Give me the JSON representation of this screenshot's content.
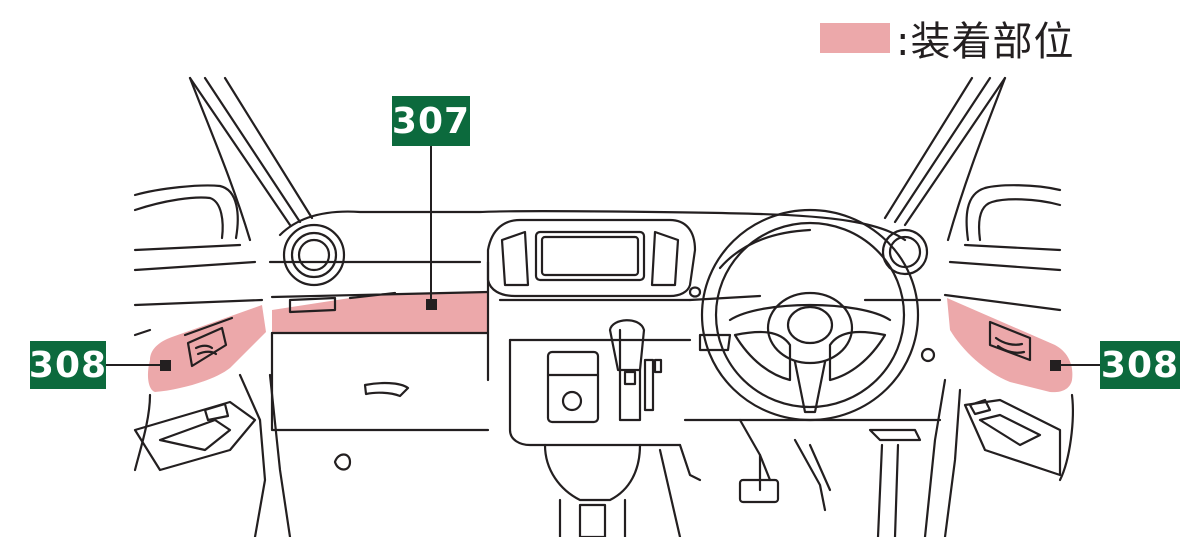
{
  "legend": {
    "label": ":装着部位",
    "swatch_color": "#eca8aa"
  },
  "callouts": [
    {
      "id": "307",
      "label": "307",
      "target": "dashboard-panel"
    },
    {
      "id": "308-left",
      "label": "308",
      "target": "left-door-panel"
    },
    {
      "id": "308-right",
      "label": "308",
      "target": "right-door-panel"
    }
  ],
  "colors": {
    "highlight": "#eca8aa",
    "callout_bg": "#0c6a3d",
    "line": "#231f20"
  }
}
